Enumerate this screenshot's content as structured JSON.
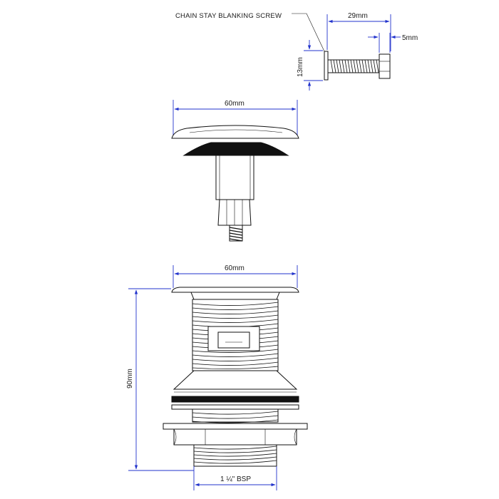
{
  "labels": {
    "chain_stay": "CHAIN STAY BLANKING SCREW"
  },
  "dimensions": {
    "screw_length": "29mm",
    "screw_head": "5mm",
    "screw_height": "13mm",
    "cap_width": "60mm",
    "waste_width": "60mm",
    "waste_height": "90mm",
    "thread": "1 ¼\" BSP"
  },
  "colors": {
    "dimension_lines": "#2233cc",
    "outline": "#111111"
  }
}
